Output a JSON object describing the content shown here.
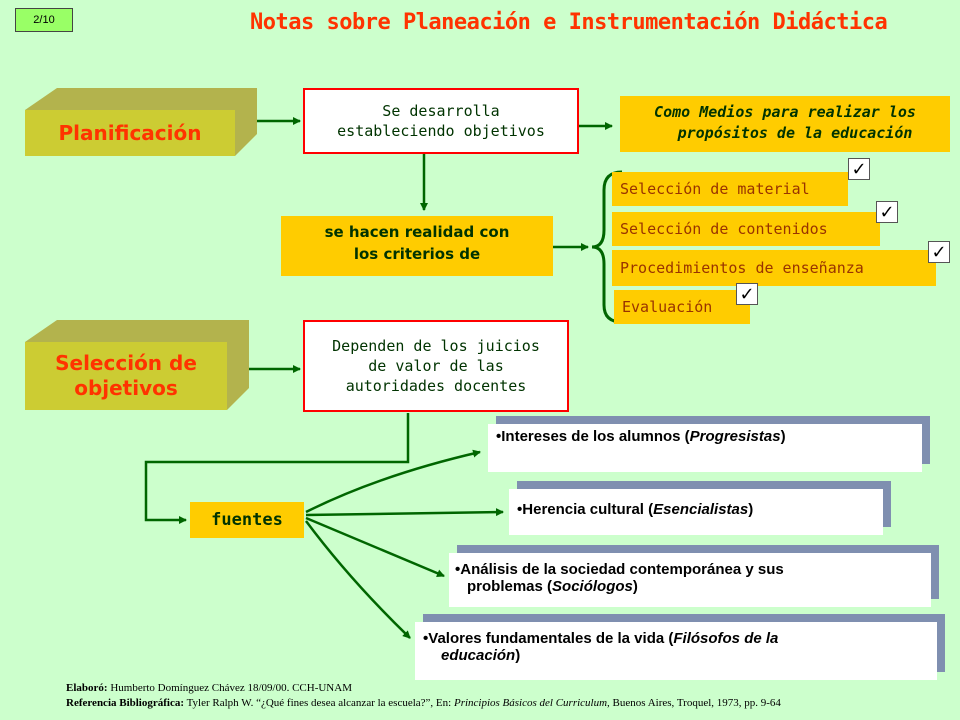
{
  "page_number": "2/10",
  "title": "Notas sobre Planeación e Instrumentación Didáctica",
  "planificacion": {
    "label": "Planificación",
    "desarrolla": [
      "Se desarrolla",
      "estableciendo objetivos"
    ],
    "medios": [
      "Como Medios para realizar los",
      "propósitos de la educación"
    ],
    "realidad": [
      "se hacen realidad con",
      "los criterios de"
    ],
    "criterios": [
      "Selección de material",
      "Selección de contenidos",
      "Procedimientos de enseñanza",
      "Evaluación"
    ],
    "check_mark": "✓"
  },
  "seleccion": {
    "label": [
      "Selección de",
      "objetivos"
    ],
    "dependen": [
      "Dependen de los juicios",
      "de valor de las",
      "autoridades docentes"
    ],
    "fuentes_label": "fuentes",
    "sources": [
      {
        "bullet": "•",
        "text": "Intereses de los alumnos (",
        "italic": "Progresistas",
        "end": ")"
      },
      {
        "bullet": "•",
        "text": "Herencia cultural (",
        "italic": "Esencialistas",
        "end": ")"
      },
      {
        "bullet": "•",
        "text": "Análisis de la sociedad contemporánea y sus",
        "text2": "problemas (",
        "italic": "Sociólogos",
        "end": ")"
      },
      {
        "bullet": "•",
        "text": "Valores fundamentales de la vida (",
        "italic": "Filósofos de la",
        "text2_italic": "educación",
        "end": ")"
      }
    ]
  },
  "footer": {
    "elaboro_label": "Elaboró:",
    "elaboro_text": "Humberto Domínguez Chávez 18/09/00. CCH-UNAM",
    "ref_label": "Referencia Bibliográfica:",
    "ref_text1": "Tyler Ralph W. “¿Qué fines desea alcanzar la escuela?”, En: ",
    "ref_italic": "Principios Básicos del Curriculum,",
    "ref_text2": "  Buenos Aires,  Troquel, 1973, pp. 9-64"
  },
  "colors": {
    "background": "#ccffcc",
    "title": "#ff3300",
    "arrow": "#006600",
    "box_border": "#ff0000",
    "criteria_box": "#ffcc00"
  }
}
